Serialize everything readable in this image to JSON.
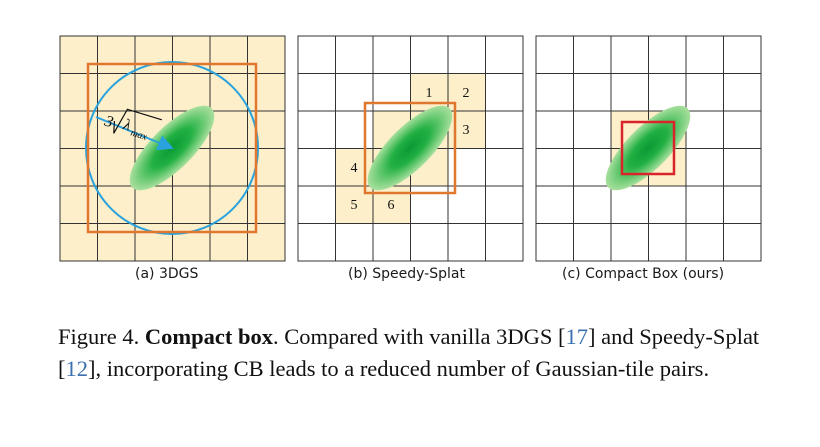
{
  "panels": [
    {
      "caption": "(a) 3DGS"
    },
    {
      "caption": "(b) Speedy-Splat",
      "tile_numbers": [
        "1",
        "2",
        "3",
        "4",
        "5",
        "6"
      ]
    },
    {
      "caption": "(c) Compact Box (ours)"
    }
  ],
  "annotation": {
    "coef": "3",
    "lambda": "λ",
    "sub": "max"
  },
  "caption": {
    "label": "Figure 4.",
    "title": "Compact box",
    "text_1": ". Compared with vanilla 3DGS [",
    "ref_1": "17",
    "text_2": "] and Speedy-Splat [",
    "ref_2": "12",
    "text_3": "], incorporating CB leads to a reduced number of Gaussian-tile pairs."
  },
  "colors": {
    "tile_fill": "#fcefc9",
    "grid": "#333333",
    "bbox": "#e0772e",
    "circle": "#2aa2dd",
    "compact_box": "#d9252a",
    "gaussian": "#1aa83a"
  }
}
